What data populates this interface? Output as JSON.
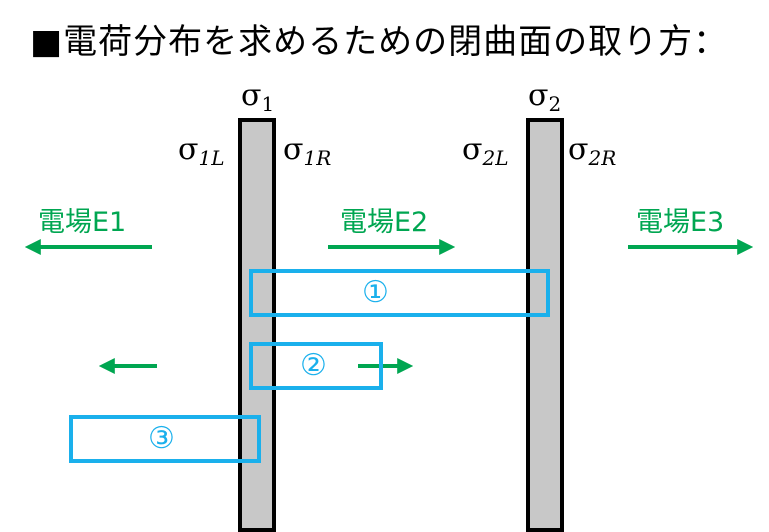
{
  "title": "■電荷分布を求めるための閉曲面の取り方：",
  "plates": {
    "left": {
      "symbol": "σ",
      "index": "1",
      "left_label_sub": "1L",
      "right_label_sub": "1R"
    },
    "right": {
      "symbol": "σ",
      "index": "2",
      "left_label_sub": "2L",
      "right_label_sub": "2R"
    }
  },
  "fields": {
    "e1": "電場E1",
    "e2": "電場E2",
    "e3": "電場E3"
  },
  "surfaces": {
    "s1": "①",
    "s2": "②",
    "s3": "③"
  },
  "colors": {
    "field": "#00a651",
    "surface": "#1ab0ec",
    "plate_fill": "#c8c8c8",
    "plate_border": "#000000"
  }
}
